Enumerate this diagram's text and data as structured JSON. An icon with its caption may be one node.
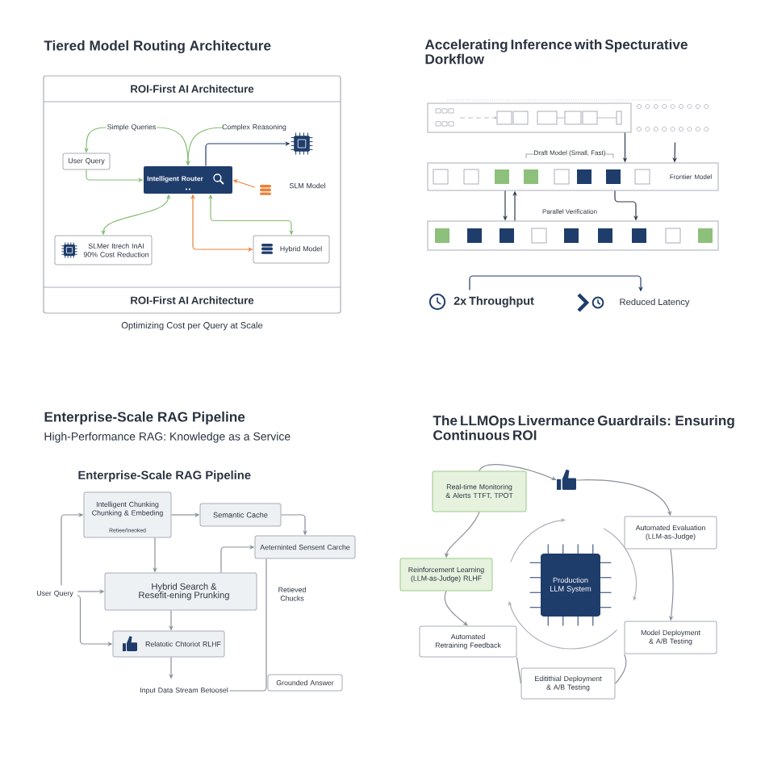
{
  "diagram": {
    "nodes": [
      {
        "text": [
          "ROI-First AI Architecture",
          "ROI-First AI Architecture"
        ]
      },
      {
        "text": [
          "User Query"
        ],
        "in": 0
      },
      {
        "text": [
          "Intelligent Router"
        ],
        "in": 0
      },
      {
        "text": [],
        "shape": "chip",
        "in": 0
      },
      {
        "text": [
          "SLM Model"
        ],
        "in": 0
      },
      {
        "text": [
          "SLMer Itrech InAI 90% Cost Reduction"
        ],
        "in": 0
      },
      {
        "text": [
          "Hybrid Model"
        ],
        "in": 0
      },
      {
        "text": [],
        "shape": "box"
      },
      {
        "text": [
          "Frontier Model"
        ]
      },
      {
        "text": [],
        "shape": "box"
      },
      {
        "text": [
          "2x Throughput"
        ]
      },
      {
        "text": [
          "Reduced Latency"
        ]
      },
      {
        "text": [
          "User Query"
        ]
      },
      {
        "text": [
          "Intelligent Chunking Chunking & Embeding",
          "Retiee/Ineoked"
        ]
      },
      {
        "text": [
          "Semantic Cache"
        ]
      },
      {
        "text": [
          "Aeterninted Sensent Carche"
        ]
      },
      {
        "text": [
          "Hybrid Search & Resefit-ening Prunking"
        ]
      },
      {
        "text": [
          "Retieved Chucks"
        ]
      },
      {
        "text": [
          "Relatotic Chtoriot RLHF"
        ]
      },
      {
        "text": [
          "Input Data Stream Betoosel"
        ]
      },
      {
        "text": [
          "Grounded Answer"
        ]
      },
      {
        "text": [
          "Real-time Monitoring & Alerts TTFT, TPOT"
        ]
      },
      {
        "text": [],
        "shape": "thumb"
      },
      {
        "text": [
          "Automated Evaluation (LLM-as-Judge)"
        ]
      },
      {
        "text": [
          "Production LLM System"
        ]
      },
      {
        "text": [
          "Reinforcement Learning (LLM-as-Judge) RLHF"
        ]
      },
      {
        "text": [
          "Model Deployment & A/B Testing"
        ]
      },
      {
        "text": [
          "Automated Retraining Feedback"
        ]
      },
      {
        "text": [
          "Editithial Deployment & A/B Testing"
        ]
      },
      {
        "text": [
          "Simple Queries"
        ],
        "in": 0
      },
      {
        "text": [
          "Complex Reasoning"
        ],
        "in": 0
      }
    ],
    "edges": [
      {
        "from": 29,
        "to": 1,
        "arrow": "to",
        "color": "#86bd74"
      },
      {
        "from": 29,
        "to": 2,
        "arrow": "to",
        "color": "#86bd74"
      },
      {
        "from": 30,
        "to": 2,
        "arrow": "to",
        "color": "#86bd74"
      },
      {
        "from": 1,
        "to": 2,
        "arrow": "to",
        "color": "#86bd74"
      },
      {
        "from": 2,
        "to": 3,
        "arrow": "to",
        "color": "#1f3d6b"
      },
      {
        "from": 4,
        "to": 2,
        "arrow": "to",
        "color": "#e8823a"
      },
      {
        "from": 5,
        "to": 2,
        "arrow": "both",
        "color": "#86bd74"
      },
      {
        "from": 2,
        "to": 6,
        "arrow": "both",
        "color": "#e8823a"
      },
      {
        "from": 6,
        "to": 2,
        "arrow": "both",
        "color": "#86bd74"
      },
      {
        "from": 7,
        "to": 8,
        "arrow": "to",
        "color": "#2d3a4a"
      },
      {
        "from": 7,
        "to": 8,
        "arrow": "to",
        "color": "#2d3a4a"
      },
      {
        "from": 8,
        "to": 9,
        "arrow": "to",
        "color": "#2d3a4a"
      },
      {
        "from": 9,
        "to": 8,
        "arrow": "to",
        "color": "#2d3a4a"
      },
      {
        "from": 8,
        "to": 9,
        "arrow": "to",
        "color": "#2d3a4a"
      },
      {
        "from": 10,
        "to": 11,
        "arrow": "to",
        "color": "#1f3d6b"
      },
      {
        "from": 12,
        "to": 13,
        "arrow": "to"
      },
      {
        "from": 12,
        "to": 16,
        "arrow": "to"
      },
      {
        "from": 12,
        "to": 18,
        "arrow": "to"
      },
      {
        "from": 13,
        "to": 14,
        "arrow": "to"
      },
      {
        "from": 14,
        "to": 15,
        "arrow": "to"
      },
      {
        "from": 13,
        "to": 16,
        "arrow": "to"
      },
      {
        "from": 16,
        "to": 15,
        "arrow": "to"
      },
      {
        "from": 16,
        "to": 18,
        "arrow": "to"
      },
      {
        "from": 18,
        "to": 19,
        "arrow": "to"
      },
      {
        "from": 15,
        "to": 19,
        "arrow": "none"
      },
      {
        "from": 21,
        "to": 22,
        "arrow": "to"
      },
      {
        "from": 22,
        "to": 23,
        "arrow": "to"
      },
      {
        "from": 23,
        "to": 26,
        "arrow": "to"
      },
      {
        "from": 26,
        "to": 28,
        "arrow": "none"
      },
      {
        "from": 28,
        "to": 27,
        "arrow": "none"
      },
      {
        "from": 25,
        "to": 27,
        "arrow": "to"
      },
      {
        "from": 21,
        "to": 25,
        "arrow": "to"
      }
    ],
    "labels": [
      "Tiered Model Routing Architecture",
      "Optimizing Cost per Query at Scale",
      "Accelerating Inference with Specturative Dorkflow",
      "Draft Model (Small, Fast)",
      "Parallel Verification",
      "Enterprise-Scale RAG Pipeline",
      "High-Performance RAG: Knowledge as a Service",
      "Enterprise-Scale RAG Pipeline",
      "The LLMOps Livermance Guardrails: Ensuring Continuous ROI"
    ]
  }
}
